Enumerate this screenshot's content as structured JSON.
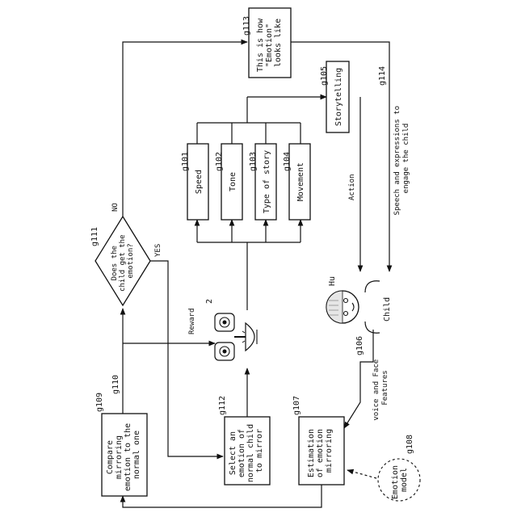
{
  "boxes": {
    "g109": {
      "ref": "g109",
      "lines": [
        "Compare",
        "mirroring",
        "emotion to the",
        "normal one"
      ]
    },
    "g111": {
      "ref": "g111",
      "lines": [
        "Does the",
        "child get the",
        "emotion?"
      ]
    },
    "g112": {
      "ref": "g112",
      "lines": [
        "Select an",
        "emotion of",
        "normal child",
        "to mirror"
      ]
    },
    "g107": {
      "ref": "g107",
      "lines": [
        "Estimation",
        "of emotion",
        "mirroring"
      ]
    },
    "g113": {
      "ref": "g113",
      "lines": [
        "This is how",
        "\"Emotion\"",
        "looks like"
      ]
    },
    "g105": {
      "ref": "g105",
      "lines": [
        "Storytelling"
      ]
    },
    "g101": {
      "ref": "g101",
      "lines": [
        "Speed"
      ]
    },
    "g102": {
      "ref": "g102",
      "lines": [
        "Tone"
      ]
    },
    "g103": {
      "ref": "g103",
      "lines": [
        "Type of story"
      ]
    },
    "g104": {
      "ref": "g104",
      "lines": [
        "Movement"
      ]
    },
    "g108": {
      "ref": "g108",
      "lines": [
        "Emotion",
        "model"
      ]
    }
  },
  "labels": {
    "g110": "g110",
    "g106": "g106",
    "g114": "g114",
    "no": "NO",
    "yes": "YES",
    "reward": "Reward",
    "robot_ref": "2",
    "action": "Action",
    "child_ref": "Hu",
    "child": "Child",
    "voice": [
      "voice and Face",
      "Features"
    ],
    "speech": [
      "Speech and expressions to",
      "engage the child"
    ]
  }
}
